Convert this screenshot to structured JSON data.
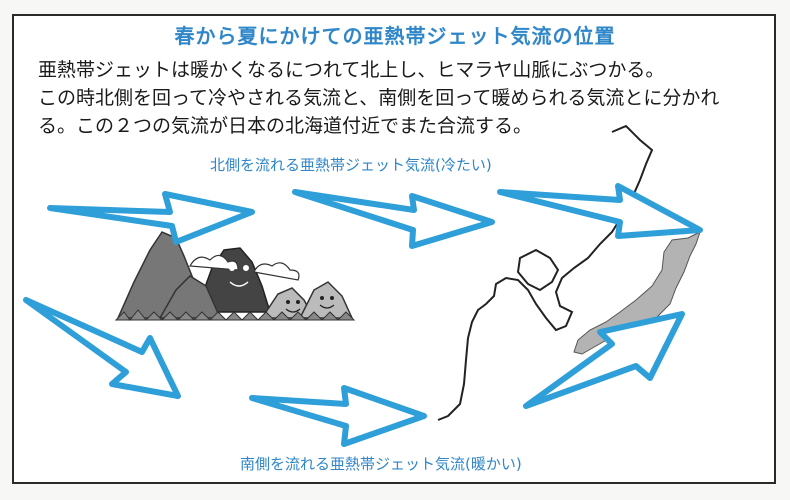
{
  "title": "春から夏にかけての亜熱帯ジェット気流の位置",
  "description_lines": [
    "亜熱帯ジェットは暖かくなるにつれて北上し、ヒマラヤ山脈にぶつかる。",
    "この時北側を回って冷やされる気流と、南側を回って暖められる気流とに分かれ",
    "る。この２つの気流が日本の北海道付近でまた合流する。"
  ],
  "labels": {
    "north_flow": "北側を流れる亜熱帯ジェット気流(冷たい)",
    "south_flow": "南側を流れる亜熱帯ジェット気流(暖かい)"
  },
  "colors": {
    "arrow_stroke": "#2e9fd8",
    "title_blue": "#2f86c9",
    "japan_gray": "#b3b3b3",
    "mountain_dark": "#444444",
    "mountain_mid": "#777777",
    "mountain_light": "#bbbbbb"
  }
}
